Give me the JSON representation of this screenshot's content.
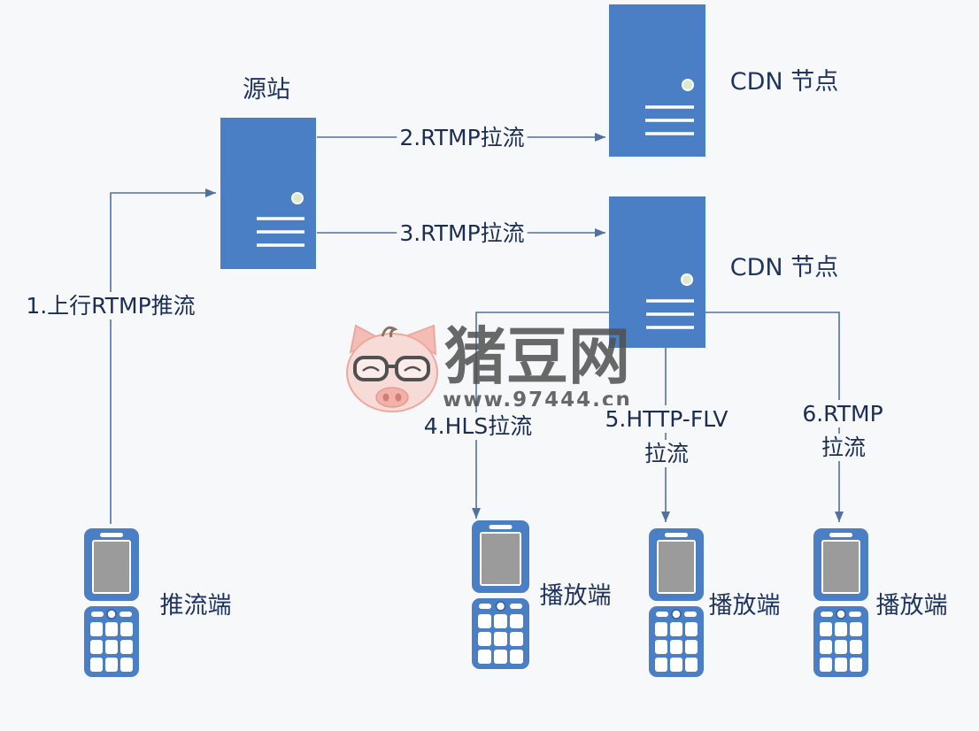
{
  "diagram": {
    "nodes": {
      "origin": {
        "label": "源站"
      },
      "cdn_top": {
        "label": "CDN 节点"
      },
      "cdn_mid": {
        "label": "CDN 节点"
      },
      "pusher": {
        "label": "推流端"
      },
      "player_hls": {
        "label": "播放端"
      },
      "player_flv": {
        "label": "播放端"
      },
      "player_rtmp": {
        "label": "播放端"
      }
    },
    "edges": {
      "push": {
        "label": "1.上行RTMP推流"
      },
      "pull_cdn_top": {
        "label": "2.RTMP拉流"
      },
      "pull_cdn_mid": {
        "label": "3.RTMP拉流"
      },
      "hls": {
        "label": "4.HLS拉流"
      },
      "http_flv": {
        "line1": "5.HTTP-FLV",
        "line2": "拉流"
      },
      "rtmp": {
        "line1": "6.RTMP",
        "line2": "拉流"
      }
    }
  },
  "watermark": {
    "brand": "猪豆网",
    "url": "www.97444.cn",
    "logo_icon": "pig-face-icon"
  },
  "icons": {
    "server": "server-icon",
    "phone": "flip-phone-icon",
    "arrow": "arrowhead-icon"
  },
  "colors": {
    "node_fill": "#4a7fc5",
    "edge_line": "#52719f",
    "text": "#1f3561",
    "phone_screen": "#9b9b9b",
    "background": "#f7f8fa"
  }
}
